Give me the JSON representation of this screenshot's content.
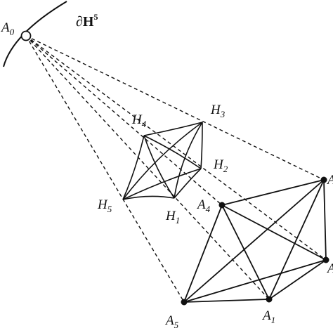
{
  "boundary_label": {
    "main": "∂H",
    "sup": "5"
  },
  "vertices": {
    "A0": {
      "base": "A",
      "sub": "0"
    },
    "H1": {
      "base": "H",
      "sub": "1"
    },
    "H2": {
      "base": "H",
      "sub": "2"
    },
    "H3": {
      "base": "H",
      "sub": "3"
    },
    "H4": {
      "base": "H",
      "sub": "4"
    },
    "H5": {
      "base": "H",
      "sub": "5"
    },
    "A1": {
      "base": "A",
      "sub": "1"
    },
    "A2": {
      "base": "A",
      "sub": ""
    },
    "A3": {
      "base": "A",
      "sub": ""
    },
    "A4": {
      "base": "A",
      "sub": "4"
    },
    "A5": {
      "base": "A",
      "sub": "5"
    }
  }
}
